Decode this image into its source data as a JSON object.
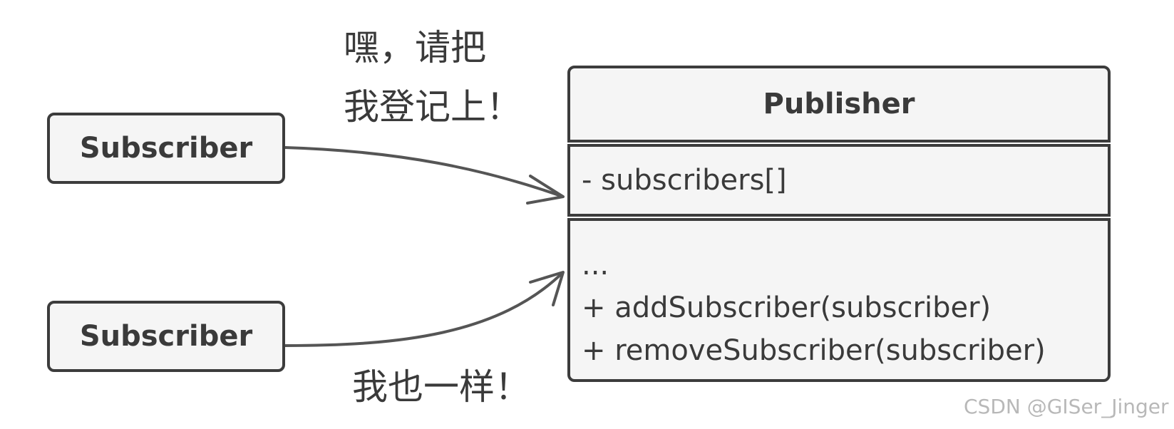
{
  "diagram": {
    "subscribers": [
      {
        "label": "Subscriber"
      },
      {
        "label": "Subscriber"
      }
    ],
    "publisher": {
      "name": "Publisher",
      "fields": [
        "- subscribers[]"
      ],
      "methods": [
        "...",
        "+ addSubscriber(subscriber)",
        "+ removeSubscriber(subscriber)"
      ]
    },
    "notes": {
      "top_line1": "嘿，请把",
      "top_line2": "我登记上！",
      "bottom": "我也一样！"
    },
    "watermark": "CSDN @GISer_Jinger",
    "colors": {
      "box_fill": "#f5f5f5",
      "box_border": "#3c3c3c",
      "arrow": "#555555",
      "text": "#3a3a3a",
      "watermark": "#b8b8b8"
    }
  }
}
